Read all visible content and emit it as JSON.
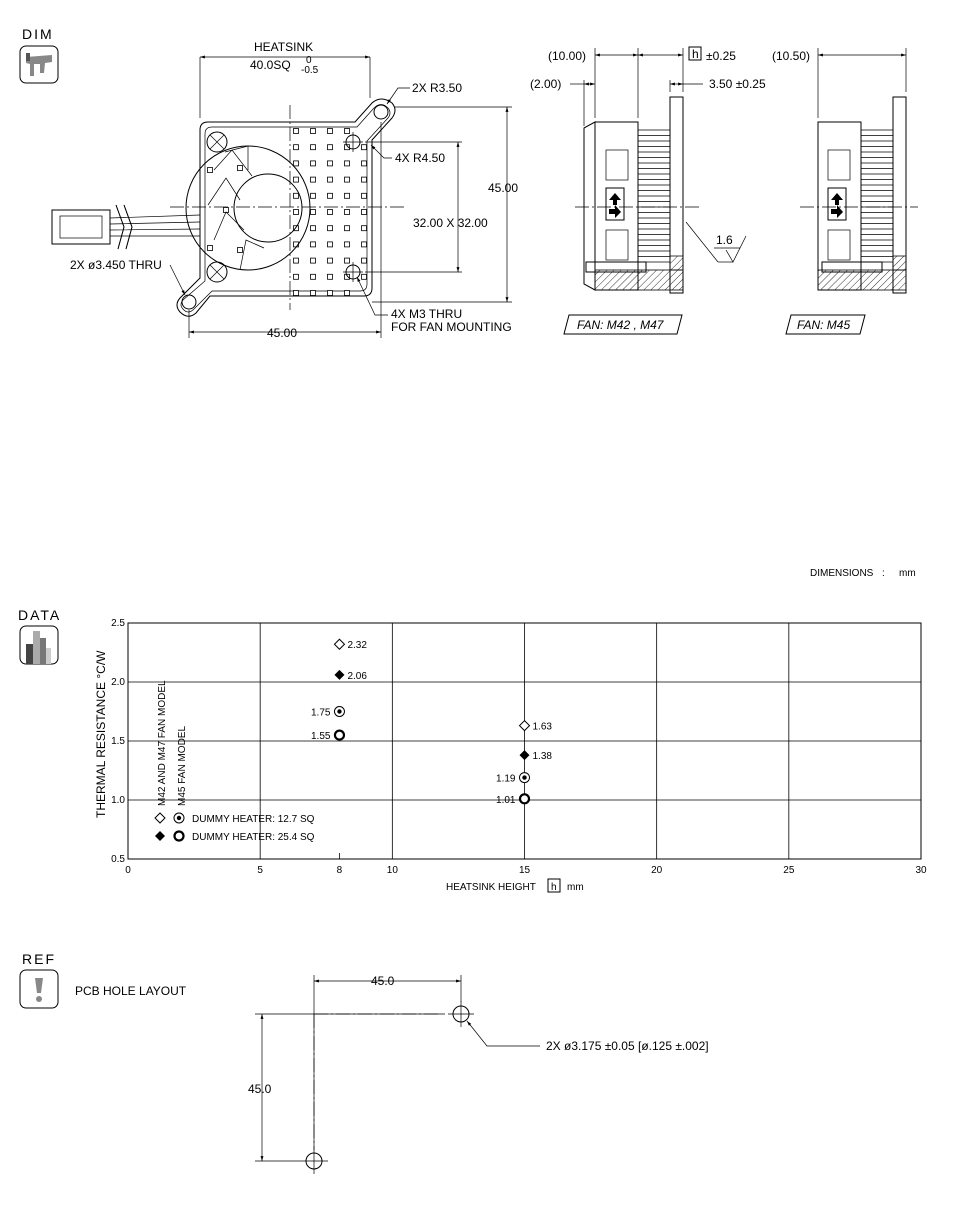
{
  "sections": {
    "dim": "DIM",
    "data": "DATA",
    "ref": "REF"
  },
  "icons": [
    "caliper-icon",
    "bar-chart-icon",
    "exclamation-icon"
  ],
  "dim_drawing": {
    "heatsink_label": "HEATSINK",
    "heatsink_size": "40.0SQ",
    "tol_upper": "0",
    "tol_lower": "-0.5",
    "r350": "2X R3.50",
    "r450": "4X R4.50",
    "overall": "45.00",
    "hole_pitch": "32.00 X 32.00",
    "thru_holes": "2X ø3.450 THRU",
    "m3_line1": "4X M3 THRU",
    "m3_line2": "FOR FAN MOUNTING",
    "bottom_dim": "45.00",
    "side_10": "(10.00)",
    "side_2": "(2.00)",
    "h_box": "h",
    "h_tol": "±0.25",
    "fin_dim": "3.50 ±0.25",
    "side_1050": "(10.50)",
    "surface_finish": "1.6",
    "fan_label_1": "FAN: M42 , M47",
    "fan_label_2": "FAN: M45",
    "units_label": "DIMENSIONS",
    "units_sep": ":",
    "units_value": "mm"
  },
  "chart_data": {
    "type": "scatter",
    "xlabel_prefix": "HEATSINK HEIGHT",
    "xlabel_box": "h",
    "xlabel_unit": "mm",
    "ylabel": "THERMAL  RESISTANCE  °C/W",
    "xlim": [
      0,
      30
    ],
    "ylim": [
      0.5,
      2.5
    ],
    "x_ticks": [
      0,
      5,
      8,
      10,
      15,
      20,
      25,
      30
    ],
    "y_ticks": [
      0.5,
      1.0,
      1.5,
      2.0,
      2.5
    ],
    "x_tick_labels": [
      "0",
      "5",
      "8",
      "10",
      "15",
      "20",
      "25",
      "30"
    ],
    "y_tick_labels": [
      "0.5",
      "1.0",
      "1.5",
      "2.0",
      "2.5"
    ],
    "grid": true,
    "column_labels": [
      "M42 AND M47 FAN MODEL",
      "M45 FAN MODEL"
    ],
    "legend": [
      {
        "label": "DUMMY HEATER: 12.7 SQ"
      },
      {
        "label": "DUMMY HEATER: 25.4 SQ"
      }
    ],
    "points": [
      {
        "x": 8,
        "y": 2.32,
        "label": "2.32",
        "marker": "diamond-open",
        "label_side": "right"
      },
      {
        "x": 8,
        "y": 2.06,
        "label": "2.06",
        "marker": "diamond-filled",
        "label_side": "right"
      },
      {
        "x": 8,
        "y": 1.75,
        "label": "1.75",
        "marker": "circle-dot",
        "label_side": "left"
      },
      {
        "x": 8,
        "y": 1.55,
        "label": "1.55",
        "marker": "circle-bold",
        "label_side": "left"
      },
      {
        "x": 15,
        "y": 1.63,
        "label": "1.63",
        "marker": "diamond-open",
        "label_side": "right"
      },
      {
        "x": 15,
        "y": 1.38,
        "label": "1.38",
        "marker": "diamond-filled",
        "label_side": "right"
      },
      {
        "x": 15,
        "y": 1.19,
        "label": "1.19",
        "marker": "circle-dot",
        "label_side": "left"
      },
      {
        "x": 15,
        "y": 1.01,
        "label": "1.01",
        "marker": "circle-bold",
        "label_side": "left"
      }
    ]
  },
  "ref_drawing": {
    "title": "PCB HOLE LAYOUT",
    "horizontal": "45.0",
    "vertical": "45.0",
    "hole_note": "2X  ø3.175 ±0.05 [ø.125 ±.002]"
  }
}
